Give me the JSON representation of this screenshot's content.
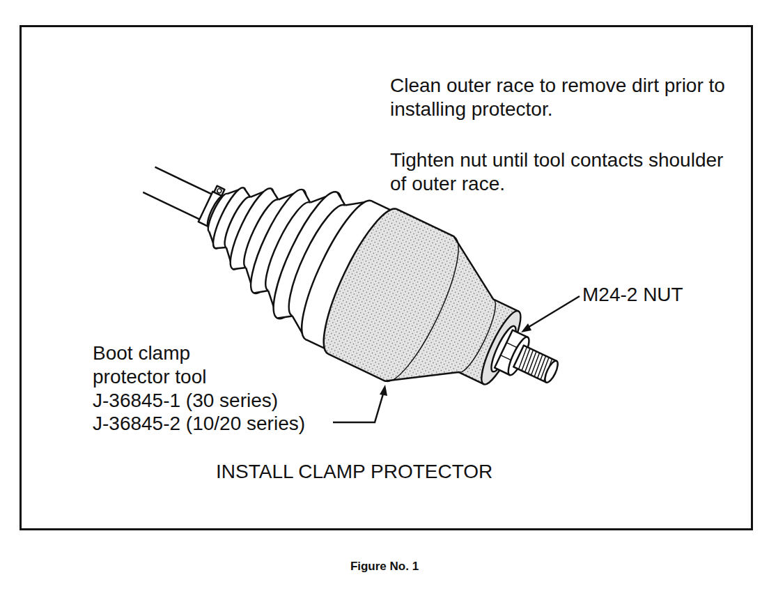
{
  "diagram": {
    "caption": "INSTALL CLAMP PROTECTOR",
    "labels": [
      "Clean outer race to remove dirt prior to installing protector.",
      "Tighten nut until tool contacts shoulder of outer race.",
      "M24-2 NUT",
      "Boot clamp",
      "protector tool",
      "J-36845-1 (30 series)",
      "J-36845-2 (10/20 series)",
      "Figure No. 1"
    ]
  }
}
